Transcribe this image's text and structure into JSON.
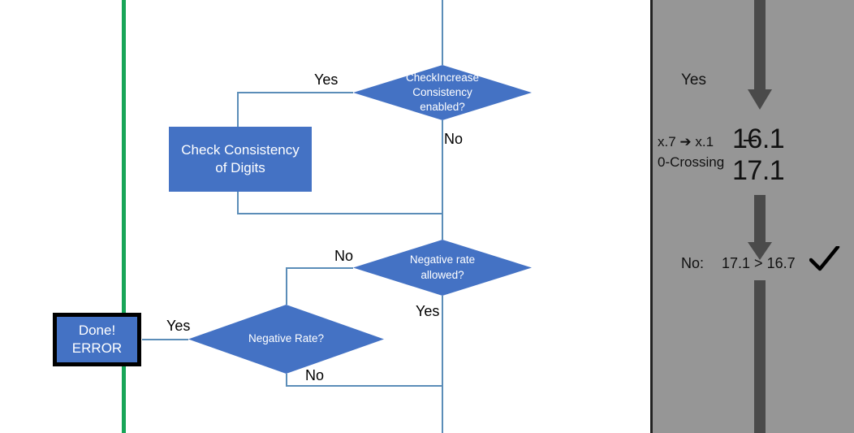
{
  "flowchart": {
    "nodes": {
      "check_increase_consistency": {
        "label": "CheckIncrease Consistency enabled?",
        "line1": "CheckIncrease",
        "line2": "Consistency",
        "line3": "enabled?",
        "shape": "diamond",
        "fill": "#4472C4"
      },
      "check_consistency_digits": {
        "line1": "Check Consistency",
        "line2": "of Digits",
        "shape": "process",
        "fill": "#4472C4"
      },
      "negative_rate_allowed": {
        "line1": "Negative rate",
        "line2": "allowed?",
        "shape": "diamond",
        "fill": "#4472C4"
      },
      "negative_rate": {
        "line1": "Negative Rate?",
        "shape": "diamond",
        "fill": "#4472C4"
      },
      "done_error": {
        "line1": "Done!",
        "line2": "ERROR",
        "shape": "terminal",
        "fill": "#4472C4",
        "border": "#000000"
      }
    },
    "edge_labels": {
      "check_increase_yes": "Yes",
      "check_increase_no": "No",
      "negative_rate_allowed_no": "No",
      "negative_rate_allowed_yes": "Yes",
      "negative_rate_yes": "Yes",
      "negative_rate_no": "No"
    },
    "divider_color": "#18A558",
    "connector_color": "#5B8DB8"
  },
  "panel": {
    "background": "#969696",
    "arrow_color": "#4A4A4A",
    "yes_label": "Yes",
    "row_label_1": "x.7 ➔ x.1",
    "row_label_2": "0-Crossing",
    "value_1": "16.1",
    "value_1_struck": true,
    "value_2": "17.1",
    "comparison_prefix": "No:",
    "comparison": "17.1 > 16.7",
    "check_icon": "check-mark-icon"
  }
}
